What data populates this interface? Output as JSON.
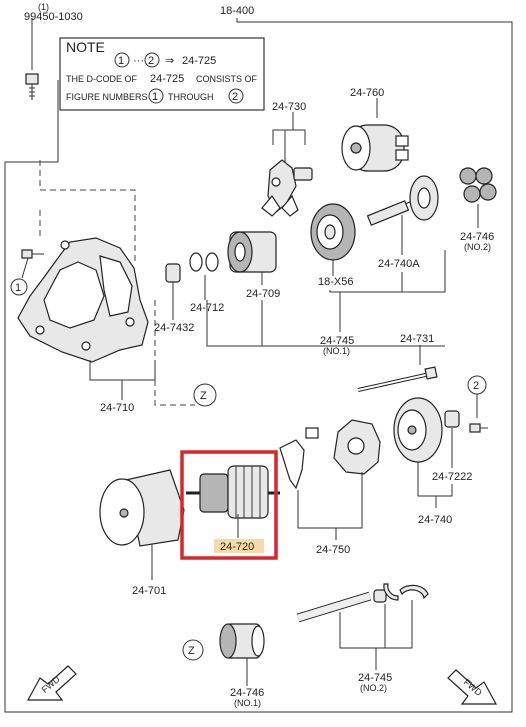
{
  "labels": {
    "bolt_qty": "(1)",
    "bolt_code": "99450-1030",
    "assembly": "18-400",
    "armature": "24-720",
    "yoke": "24-701",
    "brush_holder": "24-750",
    "rear_cover": "24-740",
    "screw": "24-7222",
    "through_bolt": "24-731",
    "plunger_lever": "24-730",
    "solenoid": "24-760",
    "clutch": "24-709",
    "stop_ring": "24-712",
    "washer": "24-7432",
    "housing": "24-710",
    "gear": "18-X56",
    "shaft": "24-740A",
    "pinion_no2": "24-746",
    "pinion_no2_sub": "(NO.2)",
    "bearing_no1": "24-745",
    "bearing_no1_sub": "(NO.1)",
    "gear_no1": "24-746",
    "gear_no1_sub": "(NO.1)",
    "shaft_no2": "24-745",
    "shaft_no2_sub": "(NO.2)"
  },
  "callouts": {
    "one": "1",
    "two": "2",
    "z": "Z"
  },
  "note": {
    "title": "NOTE",
    "range_from": "1",
    "range_dots": "···",
    "range_to": "2",
    "arrow": "⇒",
    "code": "24-725",
    "line2_a": "THE D-CODE OF",
    "line2_b": "24-725",
    "line2_c": "CONSISTS OF",
    "line3_a": "FIGURE NUMBERS",
    "line3_b": "1",
    "line3_c": "THROUGH",
    "line3_d": "2"
  },
  "fwd": "FWD",
  "colors": {
    "highlight_box": "#d9262c",
    "highlight_label": "#f6d9a8"
  }
}
